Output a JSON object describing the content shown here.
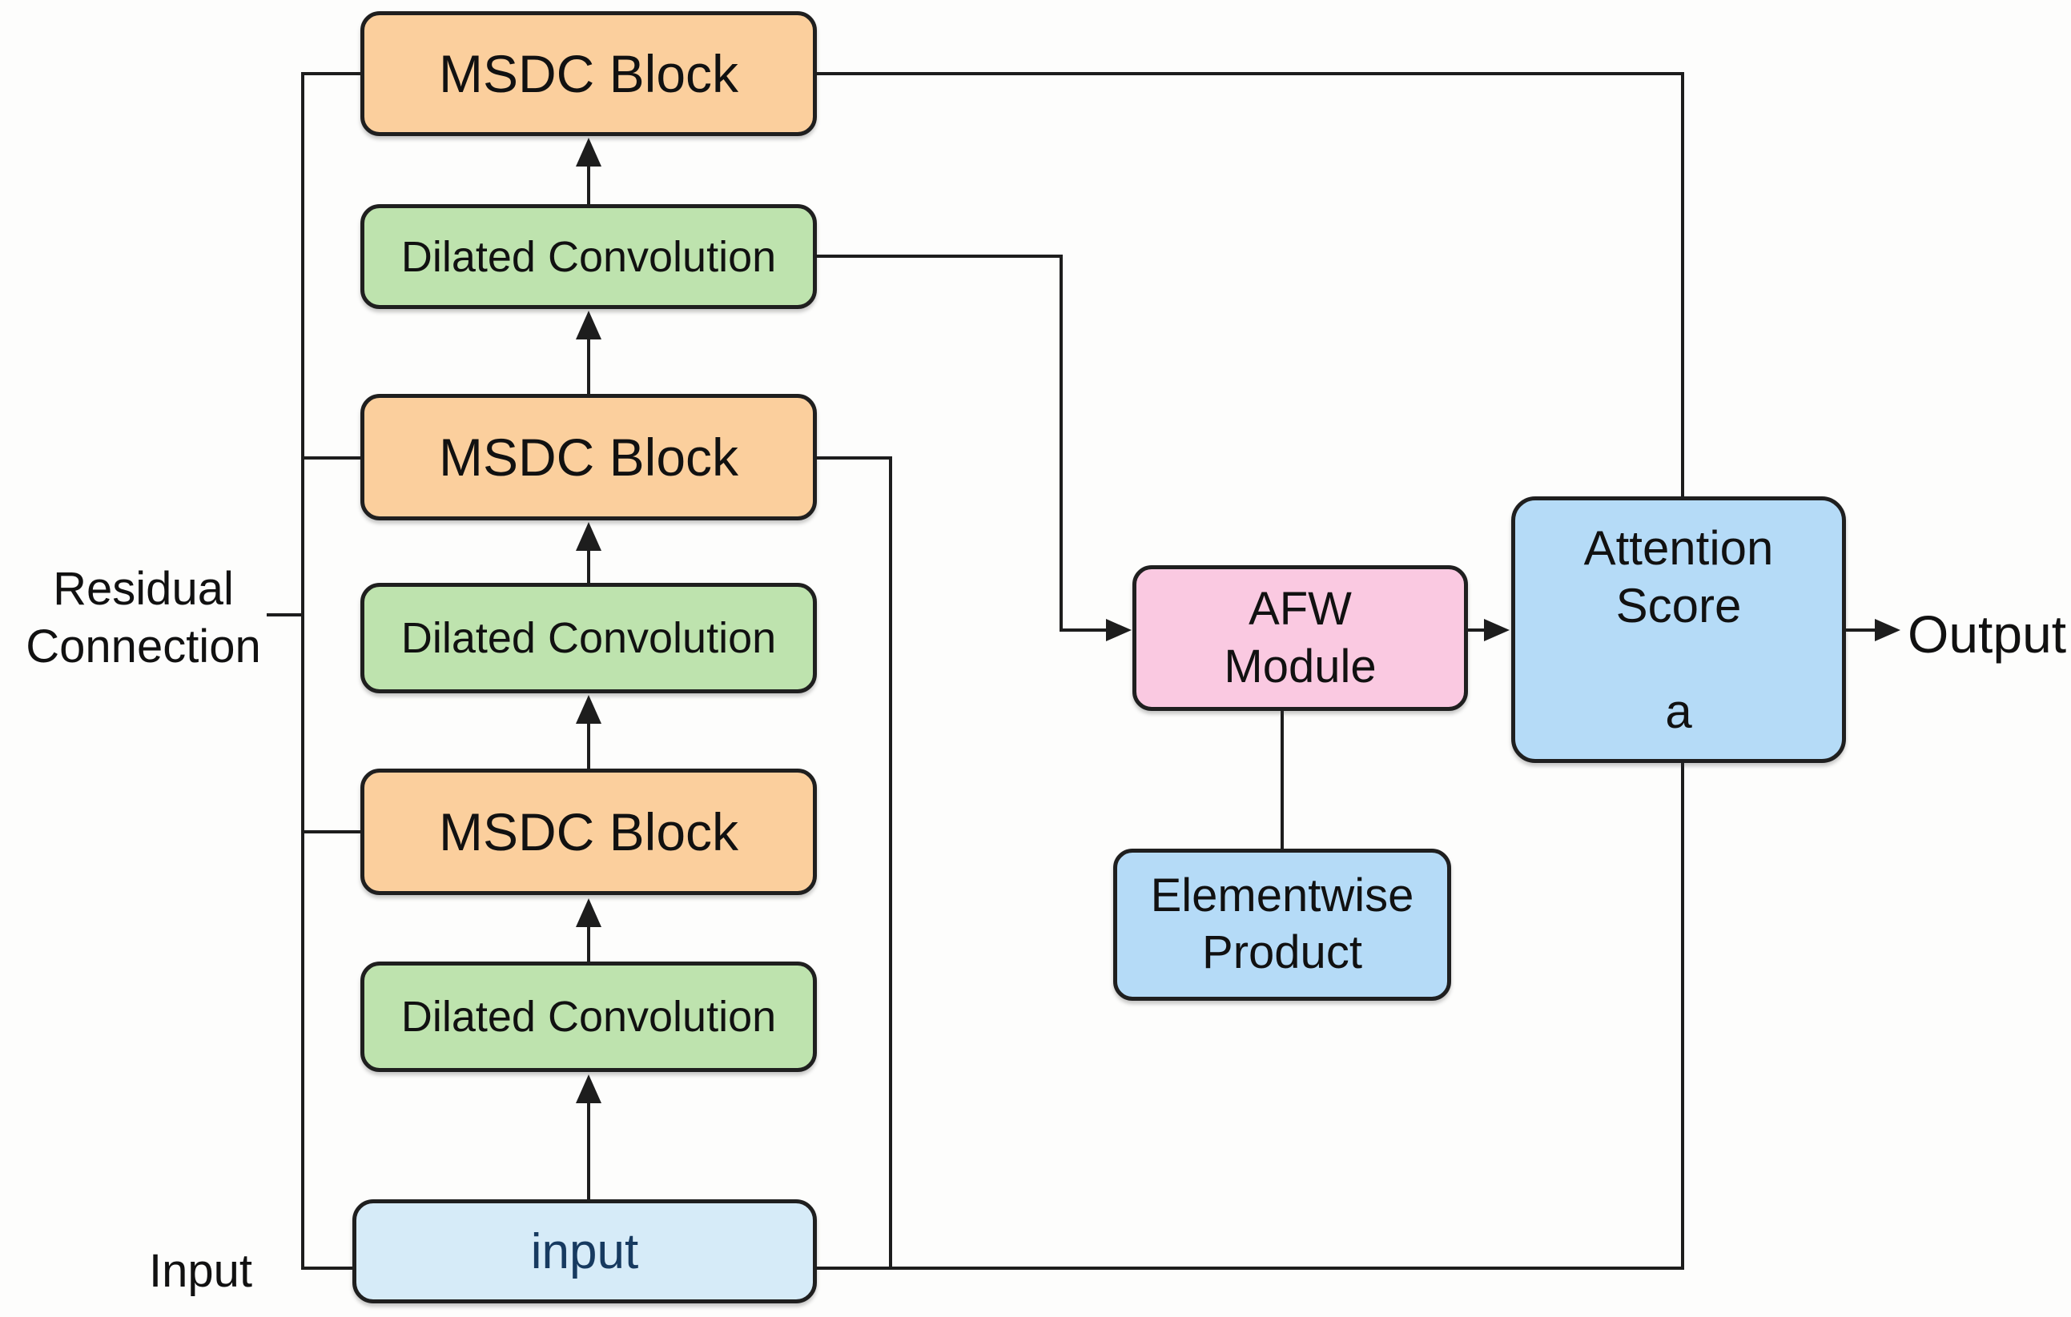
{
  "colors": {
    "canvas_bg": "#fdfdfc",
    "line": "#1d1d1d",
    "box_border": "#1f1f1f",
    "msdc_fill": "#fbcf9d",
    "dilated_fill": "#bee3ae",
    "input_fill": "#d6ebf8",
    "afw_fill": "#fac9e1",
    "blue_fill": "#b5dbf7",
    "input_text": "#173a60",
    "text": "#111111"
  },
  "stack": [
    {
      "label": "MSDC Block",
      "kind": "msdc"
    },
    {
      "label": "Dilated Convolution",
      "kind": "dilated"
    },
    {
      "label": "MSDC Block",
      "kind": "msdc"
    },
    {
      "label": "Dilated Convolution",
      "kind": "dilated"
    },
    {
      "label": "MSDC Block",
      "kind": "msdc"
    },
    {
      "label": "Dilated Convolution",
      "kind": "dilated"
    },
    {
      "label": "input",
      "kind": "input"
    }
  ],
  "modules": {
    "afw": {
      "line1": "AFW",
      "line2": "Module"
    },
    "attention": {
      "line1": "Attention",
      "line2": "Score",
      "symbol": "a"
    },
    "elementwise": {
      "line1": "Elementwise",
      "line2": "Product"
    }
  },
  "annotations": {
    "residual_line1": "Residual",
    "residual_line2": "Connection",
    "input": "Input",
    "output": "Output"
  }
}
